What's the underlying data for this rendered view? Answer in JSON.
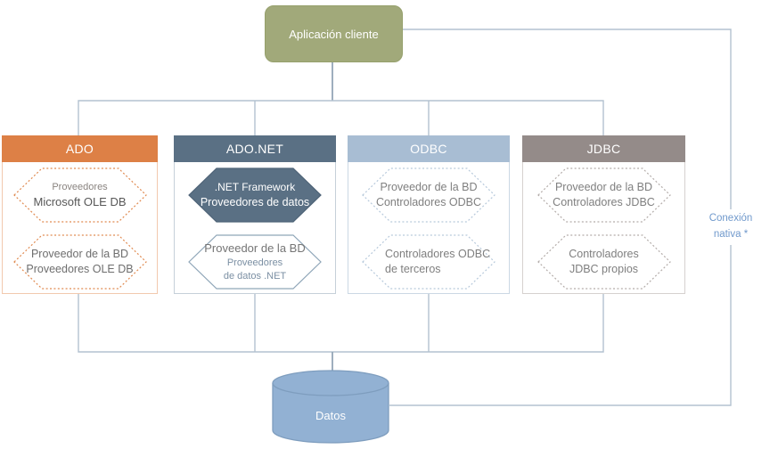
{
  "client": {
    "label": "Aplicación cliente"
  },
  "columns": [
    {
      "title": "ADO",
      "hexagons": [
        {
          "lines": [
            "Proveedores",
            "Microsoft OLE DB"
          ]
        },
        {
          "lines": [
            "Proveedor de la BD",
            "Proveedores OLE DB"
          ]
        }
      ]
    },
    {
      "title": "ADO.NET",
      "hexagons": [
        {
          "lines": [
            ".NET Framework",
            "Proveedores de datos"
          ]
        },
        {
          "lines": [
            "Proveedor de la BD",
            "Proveedores",
            "de datos .NET"
          ]
        }
      ]
    },
    {
      "title": "ODBC",
      "hexagons": [
        {
          "lines": [
            "Proveedor de la BD",
            "Controladores ODBC"
          ]
        },
        {
          "lines": [
            "Controladores ODBC",
            "de terceros"
          ]
        }
      ]
    },
    {
      "title": "JDBC",
      "hexagons": [
        {
          "lines": [
            "Proveedor de la BD",
            "Controladores JDBC"
          ]
        },
        {
          "lines": [
            "Controladores",
            "JDBC propios"
          ]
        }
      ]
    }
  ],
  "native_connection": {
    "line1": "Conexión",
    "line2": "nativa *"
  },
  "datastore": {
    "label": "Datos"
  },
  "colors": {
    "client_fill": "#A1A97A",
    "ado_accent": "#DD8046",
    "ado_body_border": "#F2C9AE",
    "ado_hex_border": "#E08A50",
    "adonet_accent": "#5A7084",
    "adonet_body_border": "#C6D0D9",
    "adonet_hex2_border": "#8FA6B8",
    "odbc_accent": "#A8BDD3",
    "odbc_body_border": "#CBD8E4",
    "odbc_hex_border": "#B7C9DB",
    "jdbc_accent": "#948B89",
    "jdbc_body_border": "#D6D1CF",
    "jdbc_hex_border": "#B3ACA9",
    "connector": "#B3C2D0",
    "connector_dark": "#93A5B6",
    "cylinder_fill": "#92B1D3",
    "cylinder_stroke": "#7E9DBE",
    "native_label_color": "#7099CC"
  }
}
